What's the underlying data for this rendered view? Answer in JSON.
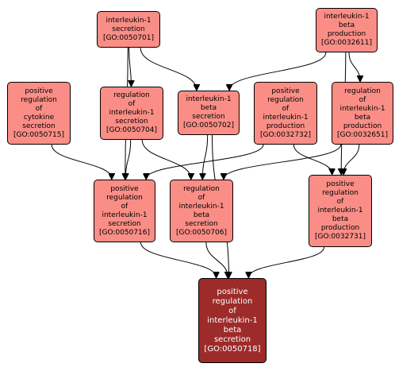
{
  "nodes": {
    "n0050701": {
      "lines": [
        "interleukin-1",
        "secretion",
        "[GO:0050701]"
      ]
    },
    "n0032611": {
      "lines": [
        "interleukin-1",
        "beta",
        "production",
        "[GO:0032611]"
      ]
    },
    "n0050715": {
      "lines": [
        "positive",
        "regulation",
        "of",
        "cytokine",
        "secretion",
        "[GO:0050715]"
      ]
    },
    "n0050704": {
      "lines": [
        "regulation",
        "of",
        "interleukin-1",
        "secretion",
        "[GO:0050704]"
      ]
    },
    "n0050702": {
      "lines": [
        "interleukin-1",
        "beta",
        "secretion",
        "[GO:0050702]"
      ]
    },
    "n0032732": {
      "lines": [
        "positive",
        "regulation",
        "of",
        "interleukin-1",
        "production",
        "[GO:0032732]"
      ]
    },
    "n0032651": {
      "lines": [
        "regulation",
        "of",
        "interleukin-1",
        "beta",
        "production",
        "[GO:0032651]"
      ]
    },
    "n0050716": {
      "lines": [
        "positive",
        "regulation",
        "of",
        "interleukin-1",
        "secretion",
        "[GO:0050716]"
      ]
    },
    "n0050706": {
      "lines": [
        "regulation",
        "of",
        "interleukin-1",
        "beta",
        "secretion",
        "[GO:0050706]"
      ]
    },
    "n0032731": {
      "lines": [
        "positive",
        "regulation",
        "of",
        "interleukin-1",
        "beta",
        "production",
        "[GO:0032731]"
      ]
    },
    "n0050718": {
      "lines": [
        "positive",
        "regulation",
        "of",
        "interleukin-1",
        "beta",
        "secretion",
        "[GO:0050718]"
      ]
    }
  },
  "edges": [
    [
      "n0050701",
      "n0050704"
    ],
    [
      "n0050701",
      "n0050702"
    ],
    [
      "n0050701",
      "n0050716"
    ],
    [
      "n0032611",
      "n0050702"
    ],
    [
      "n0032611",
      "n0032651"
    ],
    [
      "n0032611",
      "n0032731"
    ],
    [
      "n0050715",
      "n0050716"
    ],
    [
      "n0050704",
      "n0050716"
    ],
    [
      "n0050704",
      "n0050706"
    ],
    [
      "n0050702",
      "n0050706"
    ],
    [
      "n0050702",
      "n0050718"
    ],
    [
      "n0032732",
      "n0050716"
    ],
    [
      "n0032732",
      "n0032731"
    ],
    [
      "n0032651",
      "n0050706"
    ],
    [
      "n0032651",
      "n0032731"
    ],
    [
      "n0050716",
      "n0050718"
    ],
    [
      "n0050706",
      "n0050718"
    ],
    [
      "n0032731",
      "n0050718"
    ]
  ]
}
